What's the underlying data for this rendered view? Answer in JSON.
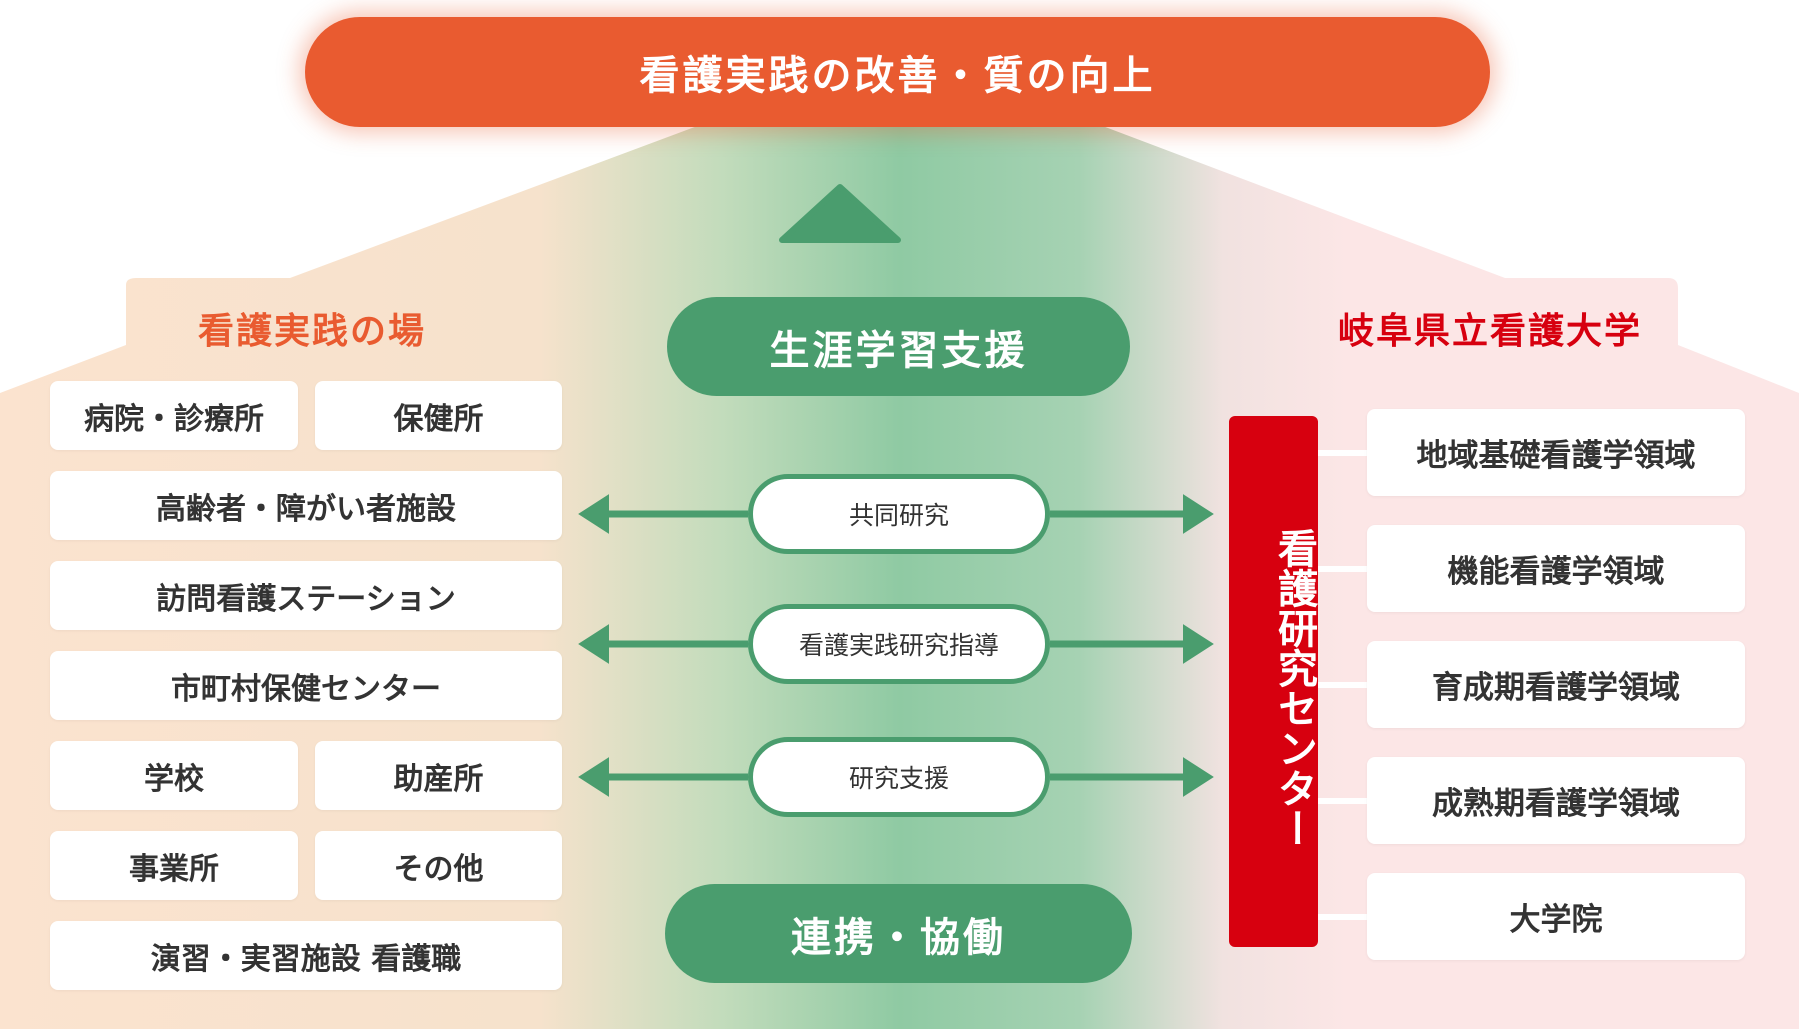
{
  "top_banner": "看護実践の改善・質の向上",
  "left_panel": {
    "heading": "看護実践の場",
    "places": [
      "病院・診療所",
      "保健所",
      "高齢者・障がい者施設",
      "訪問看護ステーション",
      "市町村保健センター",
      "学校",
      "助産所",
      "事業所",
      "その他",
      "演習・実習施設 看護職"
    ]
  },
  "center": {
    "upper_pill": "生涯学習支援",
    "lower_pill": "連携・協働",
    "relations": [
      "共同研究",
      "看護実践研究指導",
      "研究支援"
    ]
  },
  "right_panel": {
    "heading": "岐阜県立看護大学",
    "center_label": "看護研究センター",
    "fields": [
      "地域基礎看護学領域",
      "機能看護学領域",
      "育成期看護学領域",
      "成熟期看護学領域",
      "大学院"
    ]
  },
  "colors": {
    "accent_orange": "#e95b30",
    "accent_green": "#4a9d6e",
    "accent_red": "#d7000f",
    "left_bg": "#fbe3cf",
    "right_bg": "#fce6e6"
  }
}
